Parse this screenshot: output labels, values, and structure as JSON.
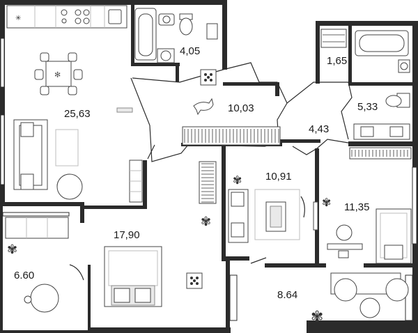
{
  "rooms": [
    {
      "id": "bathroom-main",
      "area": "4,05"
    },
    {
      "id": "wc",
      "area": "1,65"
    },
    {
      "id": "bathroom-second",
      "area": "5,33"
    },
    {
      "id": "kitchen-living",
      "area": "25,63"
    },
    {
      "id": "hall",
      "area": "10,03"
    },
    {
      "id": "corridor",
      "area": "4,43"
    },
    {
      "id": "bedroom-middle",
      "area": "10,91"
    },
    {
      "id": "bedroom-right",
      "area": "11,35"
    },
    {
      "id": "bedroom-main",
      "area": "17,90"
    },
    {
      "id": "loggia-left",
      "area": "6.60"
    },
    {
      "id": "loggia-right",
      "area": "8.64"
    }
  ],
  "colors": {
    "wall": "#2b2b2b",
    "fixture_grey": "#e9e9e9",
    "background": "#ffffff"
  }
}
